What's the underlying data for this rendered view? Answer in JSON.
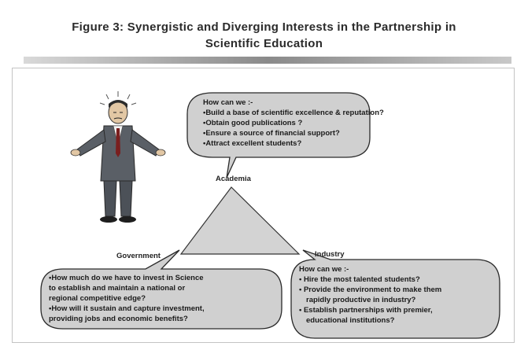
{
  "figure": {
    "title_line1": "Figure 3: Synergistic and Diverging Interests in the Partnership in",
    "title_line2": "Scientific Education"
  },
  "labels": {
    "academia": "Academia",
    "government": "Government",
    "industry": "Industry"
  },
  "academia_bubble": {
    "heading": "How can we :-",
    "items": [
      "•Build a base of scientific excellence & reputation?",
      "•Obtain good publications ?",
      "•Ensure a source of financial support?",
      "•Attract excellent students?"
    ]
  },
  "government_bubble": {
    "lines": [
      "•How much do we have to invest in Science",
      "to establish and maintain a national or",
      "regional competitive edge?",
      "•How will it sustain and capture investment,",
      "providing jobs and economic benefits?"
    ]
  },
  "industry_bubble": {
    "heading": "How can we :-",
    "lines": [
      "• Hire the most talented students?",
      "• Provide the environment to make them",
      "rapidly productive in industry?",
      "• Establish partnerships with premier,",
      "educational institutions?"
    ]
  },
  "colors": {
    "bubble_fill": "#d0d0d0",
    "triangle_fill": "#d3d3d3",
    "suit": "#5a5f66"
  },
  "figure_icon": "confused-businessman-icon"
}
